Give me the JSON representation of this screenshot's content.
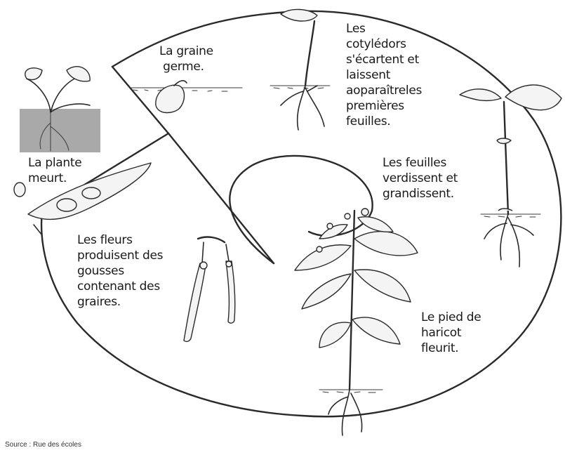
{
  "labels": {
    "germination": "La graine\n germe.",
    "cotyledons": "Les\ncotylédors\ns'écartent et\nlaissent\naoparaîtreles\npremières\nfeuilles.",
    "leaves": "Les feuilles\nverdissent et\ngrandissent.",
    "flowering": "Le pied de\nharicot\nfleurit.",
    "pods": "Les fleurs\nproduisent des\ngousses\ncontenant des\ngraires.",
    "death": "La plante\nmeurt."
  },
  "source": "Source : Rue des écoles"
}
